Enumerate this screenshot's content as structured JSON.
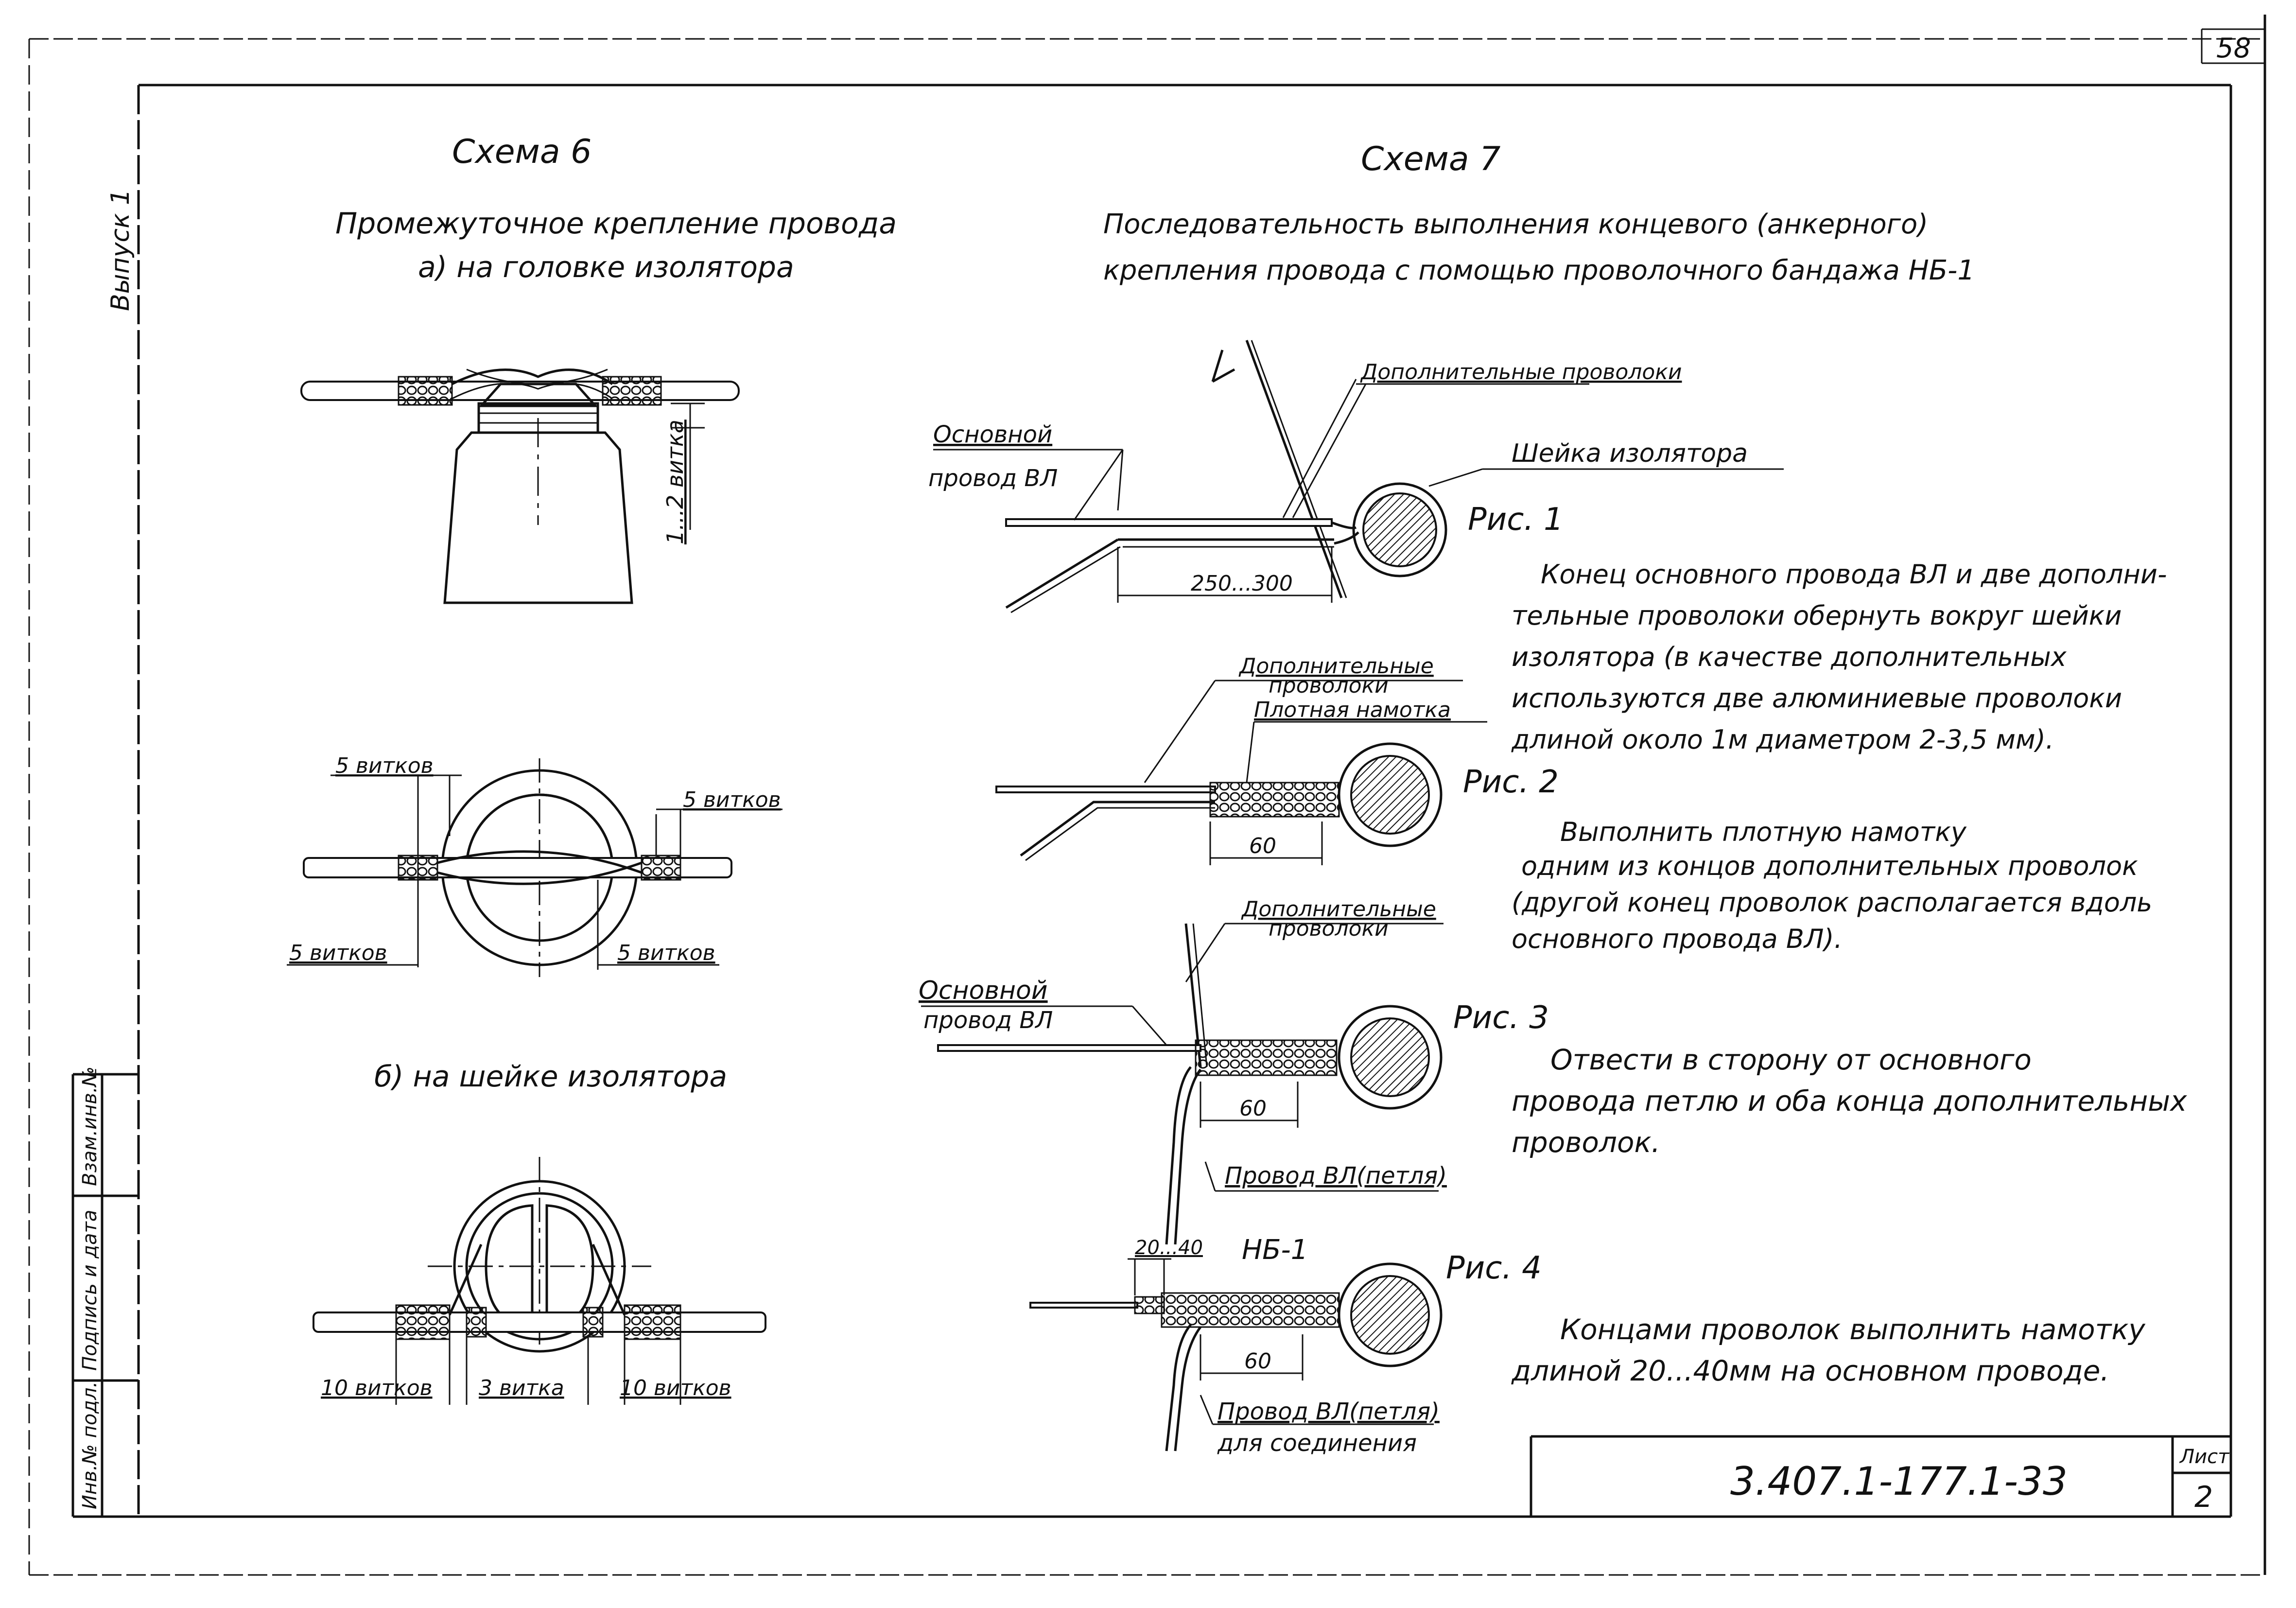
{
  "sheet": {
    "page_number": "58",
    "vypusk": "Выпуск 1",
    "stamp_labels": [
      "Инв.№ подл.",
      "Подпись и дата",
      "Взам.инв.№"
    ],
    "doc_code": "3.407.1-177.1-33",
    "list_label": "Лист",
    "list_number": "2"
  },
  "scheme6": {
    "title": "Схема 6",
    "subtitle": "Промежуточное крепление провода",
    "part_a": "а) на головке изолятора",
    "turns_top": "1...2 витка",
    "turns_5": "5 витков",
    "part_b": "б) на шейке изолятора",
    "turns_10": "10 витков",
    "turns_3": "3 витка"
  },
  "scheme7": {
    "title": "Схема 7",
    "subtitle_1": "Последовательность выполнения концевого (анкерного)",
    "subtitle_2": "крепления провода с помощью проволочного бандажа НБ-1",
    "fig1": {
      "label": "Рис. 1",
      "add_wires": "Дополнительные проволоки",
      "main_wire_1": "Основной",
      "main_wire_2": "провод ВЛ",
      "neck": "Шейка изолятора",
      "dim": "250...300",
      "text": [
        "Конец основного провода ВЛ и две дополни-",
        "тельные проволоки обернуть вокруг шейки",
        "изолятора (в качестве дополнительных",
        "используются две алюминиевые проволоки",
        "длиной около 1м диаметром 2-3,5 мм)."
      ]
    },
    "fig2": {
      "label": "Рис. 2",
      "add_wires_1": "Дополнительные",
      "add_wires_2": "проволоки",
      "dense": "Плотная намотка",
      "dim": "60",
      "text": [
        "Выполнить плотную намотку",
        "одним из концов дополнительных проволок",
        "(другой конец проволок располагается вдоль",
        "основного провода ВЛ)."
      ]
    },
    "fig3": {
      "label": "Рис. 3",
      "add_wires_1": "Дополнительные",
      "add_wires_2": "проволоки",
      "main_wire_1": "Основной",
      "main_wire_2": "провод ВЛ",
      "loop": "Провод ВЛ(петля)",
      "dim": "60",
      "text": [
        "Отвести в сторону от основного",
        "провода петлю и оба конца дополнительных",
        "проволок."
      ]
    },
    "fig4": {
      "label": "Рис. 4",
      "nb": "НБ-1",
      "dim_small": "20...40",
      "dim": "60",
      "loop_1": "Провод ВЛ(петля)",
      "loop_2": "для соединения",
      "text": [
        "Концами проволок выполнить намотку",
        "длиной 20...40мм на основном проводе."
      ]
    }
  }
}
